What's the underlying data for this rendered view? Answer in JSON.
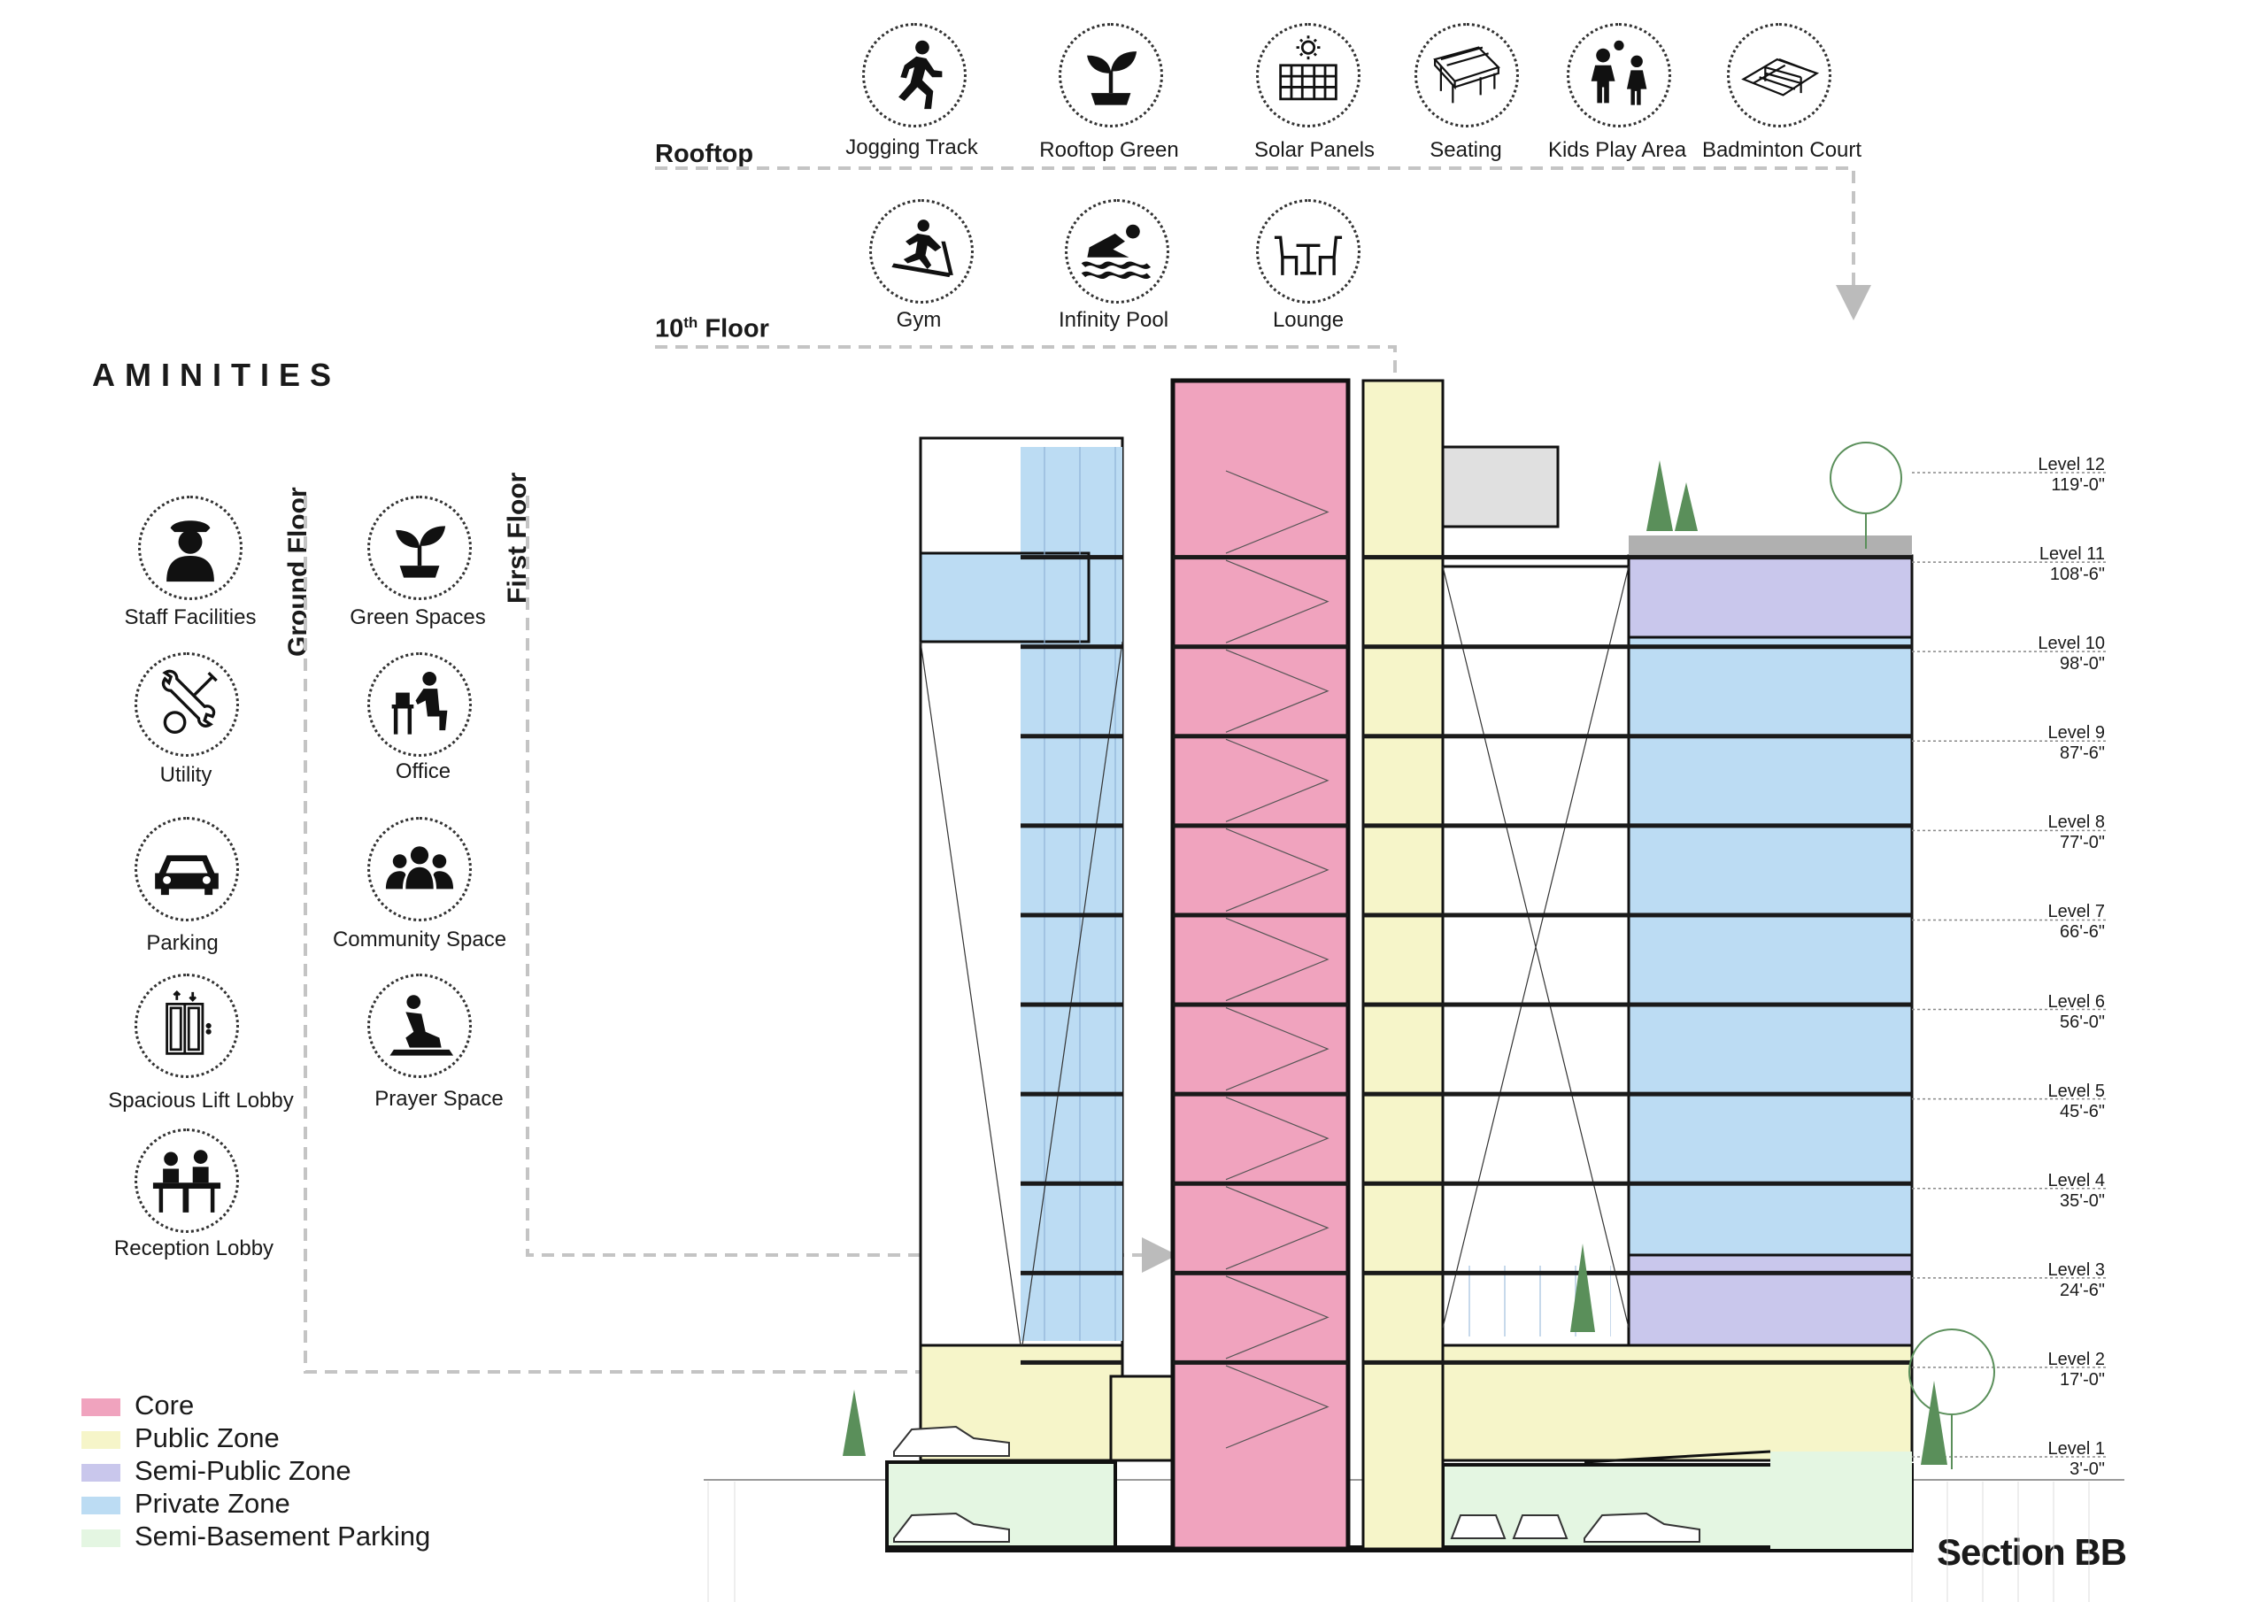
{
  "title": "AMINITIES",
  "section_title": "Section BB",
  "rooftop": {
    "label": "Rooftop",
    "items": [
      "Jogging Track",
      "Rooftop Green",
      "Solar Panels",
      "Seating",
      "Kids Play Area",
      "Badminton Court"
    ]
  },
  "tenth_floor": {
    "label_main": "10",
    "label_sup": "th",
    "label_rest": " Floor",
    "items": [
      "Gym",
      "Infinity Pool",
      "Lounge"
    ]
  },
  "ground_floor": {
    "label": "Ground Floor",
    "items": [
      "Staff Facilities",
      "Utility",
      "Parking",
      "Spacious Lift Lobby",
      "Reception Lobby"
    ]
  },
  "first_floor": {
    "label": "First Floor",
    "items": [
      "Green Spaces",
      "Office",
      "Community Space",
      "Prayer Space"
    ]
  },
  "legend": [
    {
      "label": "Core",
      "color": "#f0a3be"
    },
    {
      "label": "Public Zone",
      "color": "#f6f5c9"
    },
    {
      "label": "Semi-Public Zone",
      "color": "#c9c7ec"
    },
    {
      "label": "Private Zone",
      "color": "#bcdcf3"
    },
    {
      "label": "Semi-Basement Parking",
      "color": "#e4f6e2"
    }
  ],
  "levels": [
    {
      "name": "Level 12",
      "elev": "119'-0\""
    },
    {
      "name": "Level 11",
      "elev": "108'-6\""
    },
    {
      "name": "Level 10",
      "elev": "98'-0\""
    },
    {
      "name": "Level 9",
      "elev": "87'-6\""
    },
    {
      "name": "Level 8",
      "elev": "77'-0\""
    },
    {
      "name": "Level 7",
      "elev": "66'-6\""
    },
    {
      "name": "Level 6",
      "elev": "56'-0\""
    },
    {
      "name": "Level 5",
      "elev": "45'-6\""
    },
    {
      "name": "Level 4",
      "elev": "35'-0\""
    },
    {
      "name": "Level 3",
      "elev": "24'-6\""
    },
    {
      "name": "Level 2",
      "elev": "17'-0\""
    },
    {
      "name": "Level 1",
      "elev": "3'-0\""
    }
  ]
}
